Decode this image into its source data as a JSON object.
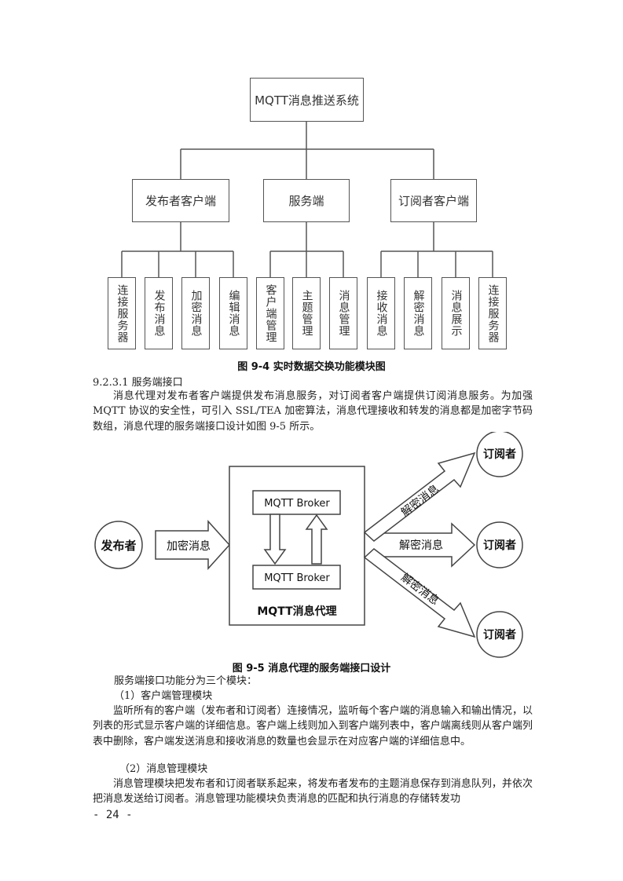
{
  "fig94": {
    "root": "MQTT消息推送系统",
    "groups": [
      {
        "label": "发布者客户端",
        "children": [
          "连接服务器",
          "发布消息",
          "加密消息",
          "编辑消息"
        ]
      },
      {
        "label": "服务端",
        "children": [
          "客户端管理",
          "主题管理",
          "消息管理"
        ]
      },
      {
        "label": "订阅者客户端",
        "children": [
          "接收消息",
          "解密消息",
          "消息展示",
          "连接服务器"
        ]
      }
    ],
    "caption": "图 9-4  实时数据交换功能模块图"
  },
  "section": {
    "heading": "9.2.3.1   服务端接口",
    "para1": "消息代理对发布者客户端提供发布消息服务，对订阅者客户端提供订阅消息服务。为加强 MQTT 协议的安全性，可引入 SSL/TEA 加密算法，消息代理接收和转发的消息都是加密字节码数组，消息代理的服务端接口设计如图 9-5 所示。"
  },
  "fig95": {
    "publisher": "发布者",
    "encrypt_label": "加密消息",
    "broker_top": "MQTT Broker",
    "broker_bottom": "MQTT Broker",
    "proxy_label": "MQTT消息代理",
    "decrypt_labels": [
      "解密消息",
      "解密消息",
      "解密消息"
    ],
    "subscribers": [
      "订阅者",
      "订阅者",
      "订阅者"
    ],
    "caption": "图 9-5  消息代理的服务端接口设计"
  },
  "body": {
    "intro": "服务端接口功能分为三个模块：",
    "m1_title": "（1）客户端管理模块",
    "m1_text": "监听所有的客户端（发布者和订阅者）连接情况，监听每个客户端的消息输入和输出情况，以列表的形式显示客户端的详细信息。客户端上线则加入到客户端列表中，客户端离线则从客户端列表中删除，客户端发送消息和接收消息的数量也会显示在对应客户端的详细信息中。",
    "m2_title": "（2）消息管理模块",
    "m2_text": "消息管理模块把发布者和订阅者联系起来，将发布者发布的主题消息保存到消息队列，并依次把消息发送给订阅者。消息管理功能模块负责消息的匹配和执行消息的存储转发功"
  },
  "page_number": "- 24 -"
}
